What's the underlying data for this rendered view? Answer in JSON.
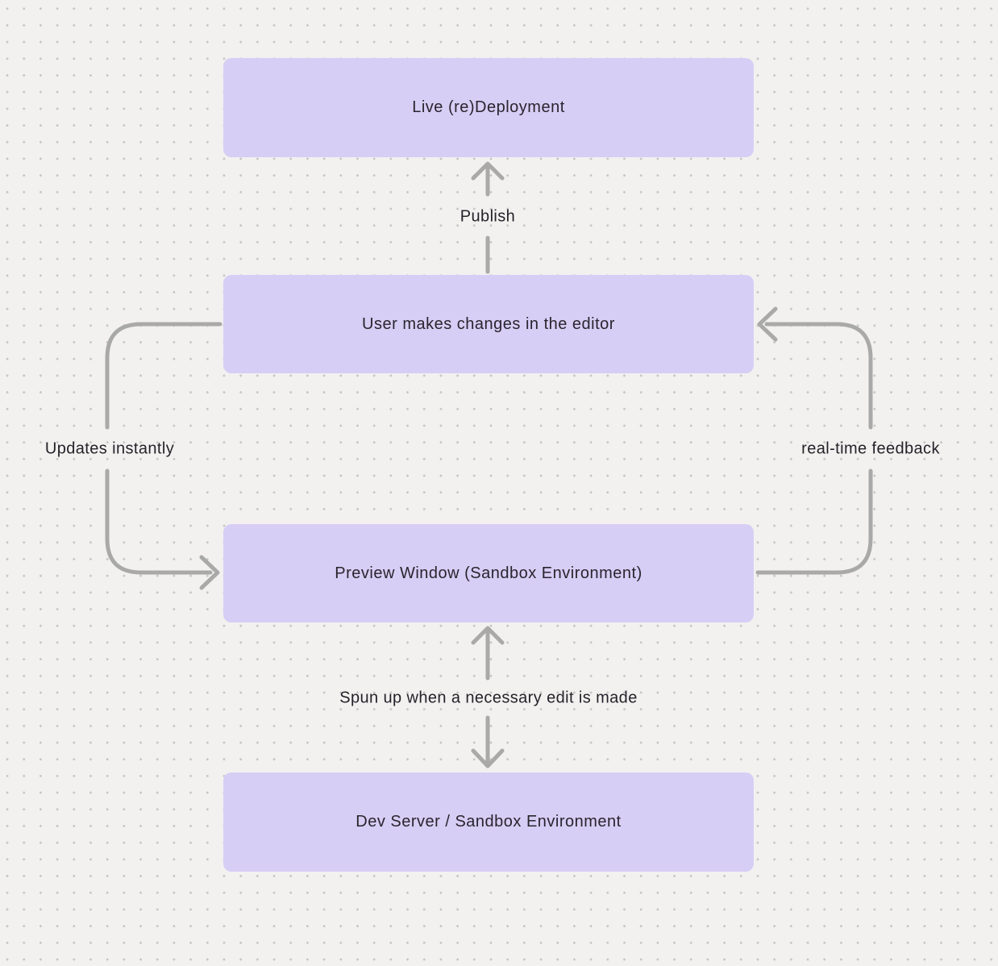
{
  "canvas": {
    "background_color": "#f2f1ef",
    "dot_color": "#c5c5c5",
    "node_fill_color": "#d7cef5",
    "node_text_color": "#29252e",
    "connector_color": "#a9a9a9",
    "label_text_color": "#25222a"
  },
  "nodes": [
    {
      "id": "live-redeployment",
      "label": "Live (re)Deployment"
    },
    {
      "id": "user-editor",
      "label": "User makes changes in the editor"
    },
    {
      "id": "preview-window",
      "label": "Preview Window (Sandbox Environment)"
    },
    {
      "id": "dev-server",
      "label": "Dev Server / Sandbox Environment"
    }
  ],
  "edges": [
    {
      "id": "publish",
      "label": "Publish",
      "from": "user-editor",
      "to": "live-redeployment",
      "direction": "up"
    },
    {
      "id": "updates-instantly",
      "label": "Updates instantly",
      "from": "user-editor",
      "to": "preview-window",
      "direction": "down-left"
    },
    {
      "id": "real-time-feedback",
      "label": "real-time feedback",
      "from": "preview-window",
      "to": "user-editor",
      "direction": "up-right"
    },
    {
      "id": "spun-up",
      "label": "Spun up when a necessary edit is made",
      "from": "preview-window",
      "to": "dev-server",
      "direction": "both"
    }
  ]
}
